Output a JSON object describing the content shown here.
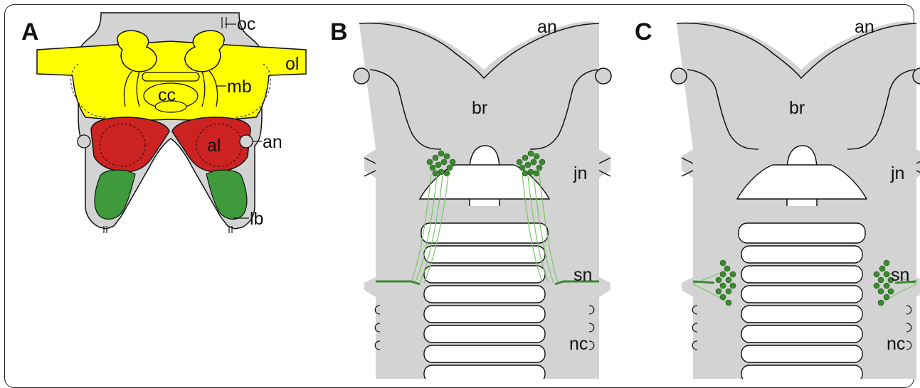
{
  "panels": {
    "a": {
      "letter": "A",
      "labels": {
        "oc": "oc",
        "ol": "ol",
        "mb": "mb",
        "cc": "cc",
        "al": "al",
        "an": "an",
        "lb": "lb"
      }
    },
    "b": {
      "letter": "B",
      "labels": {
        "an": "an",
        "br": "br",
        "jn": "jn",
        "sn": "sn",
        "nc": "nc"
      }
    },
    "c": {
      "letter": "C",
      "labels": {
        "an": "an",
        "br": "br",
        "jn": "jn",
        "sn": "sn",
        "nc": "nc"
      }
    }
  },
  "colors": {
    "tissue": "#d3d3d3",
    "optic_lobe": "#ffff00",
    "antennal_lobe": "#cc2222",
    "lobe_green": "#3e9a3a",
    "neuron_green": "#3a8a2e",
    "neuron_fiber": "#7cc46a",
    "outline": "#111111"
  }
}
